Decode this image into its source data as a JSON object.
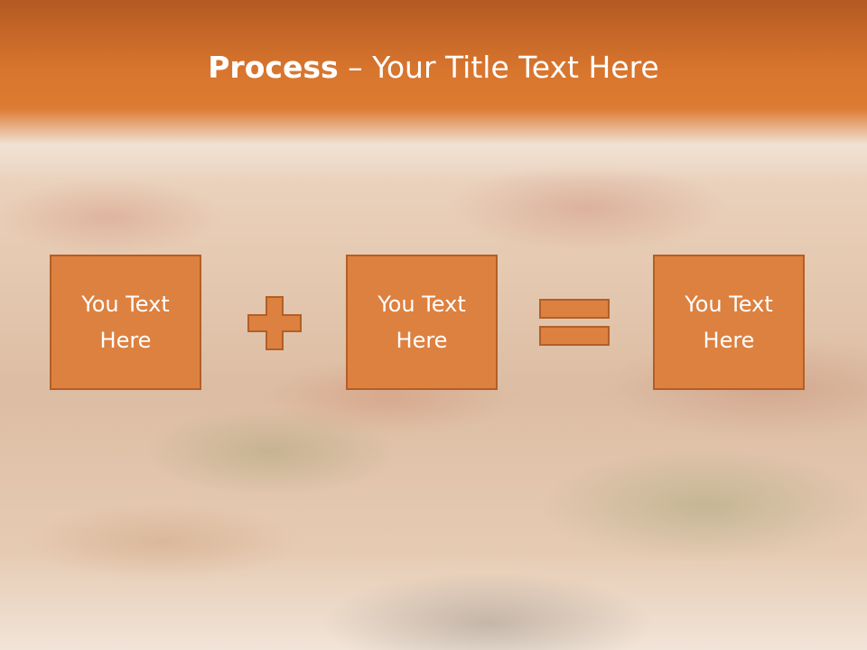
{
  "slide": {
    "title_bold": "Process",
    "title_rest": " – Your Title Text Here"
  },
  "boxes": [
    {
      "text": "You Text Here"
    },
    {
      "text": "You Text Here"
    },
    {
      "text": "You Text Here"
    }
  ],
  "operators": [
    "plus",
    "equals"
  ],
  "colors": {
    "header_orange": "#dd7b33",
    "box_fill": "#dd8140",
    "box_border": "#b35f26",
    "text": "#ffffff"
  }
}
